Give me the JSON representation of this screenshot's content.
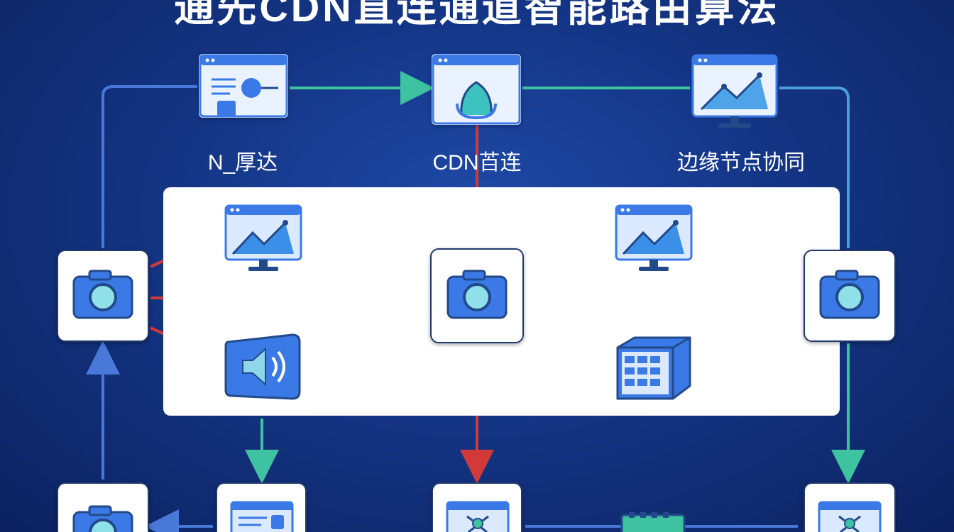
{
  "title": "通先CDN直连通道智能路由算法",
  "labels": {
    "top_left": "N_厚达",
    "top_center": "CDN苩连",
    "top_right": "边缘节点协同"
  },
  "colors": {
    "background": "#163a8f",
    "red_flow": "#d23a3a",
    "blue_flow": "#4a78d8",
    "green_flow": "#3ec2a0",
    "purple_flow": "#7a5fd0",
    "icon_blue": "#3b7ae6"
  },
  "icons": {
    "top_row": [
      "document-connector-icon",
      "cloud-node-icon",
      "chart-monitor-icon"
    ],
    "panel_left": [
      "chart-monitor-icon",
      "speaker-icon"
    ],
    "panel_right": [
      "chart-monitor-icon",
      "server-rack-icon"
    ],
    "camera": "camera-icon",
    "bottom_row": [
      "camera-icon",
      "document-icon",
      "sun-window-icon",
      "switch-icon",
      "sun-window-icon"
    ]
  }
}
